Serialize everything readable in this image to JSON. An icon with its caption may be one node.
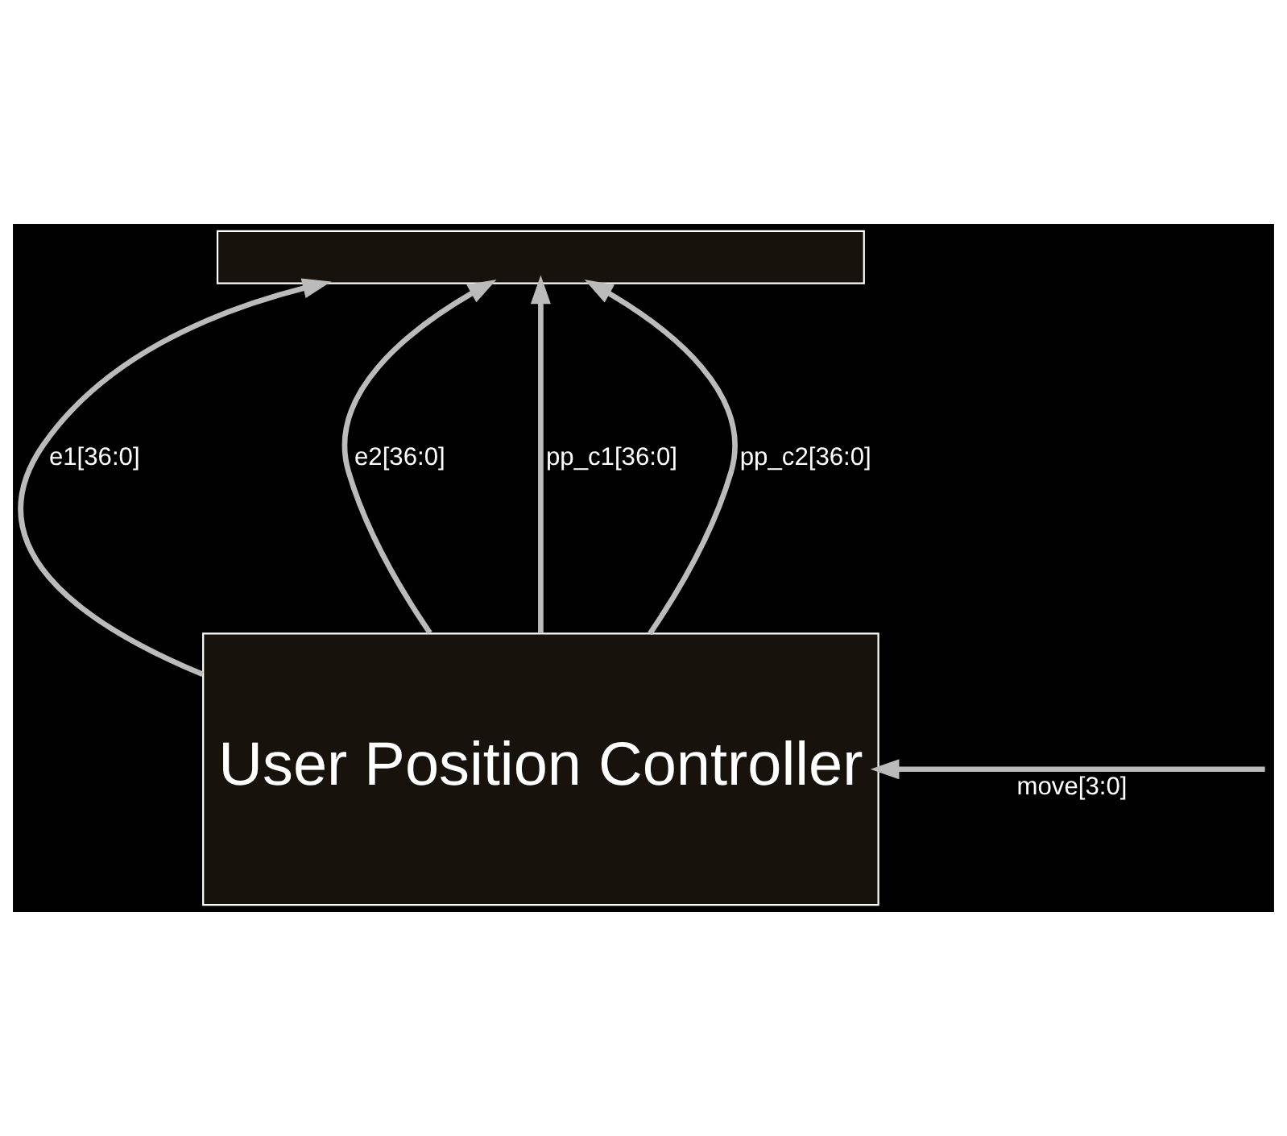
{
  "diagram": {
    "nodes": [
      {
        "text": [],
        "shape": "box"
      },
      {
        "text": [
          "User Position Controller"
        ]
      }
    ],
    "edges": [
      {
        "from": 1,
        "to": 0,
        "arrow": "to",
        "label": "e1[36:0]"
      },
      {
        "from": 1,
        "to": 0,
        "arrow": "to",
        "label": "e2[36:0]"
      },
      {
        "from": 1,
        "to": 0,
        "arrow": "to",
        "label": "pp_c1[36:0]"
      },
      {
        "from": 1,
        "to": 0,
        "arrow": "to",
        "label": "pp_c2[36:0]"
      },
      {
        "from": null,
        "to": 1,
        "arrow": "to",
        "label": "move[3:0]"
      }
    ]
  }
}
